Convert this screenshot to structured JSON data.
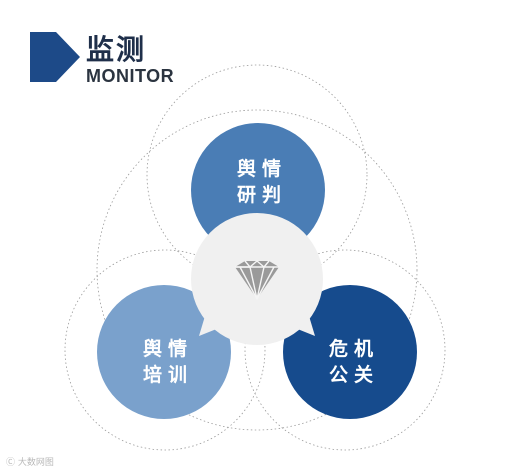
{
  "header": {
    "title": "监测",
    "subtitle": "MONITOR"
  },
  "nodes": [
    {
      "id": "top",
      "line1": "舆情",
      "line2": "研判",
      "color": "#4a7db5"
    },
    {
      "id": "left",
      "line1": "舆情",
      "line2": "培训",
      "color": "#7aa1cc"
    },
    {
      "id": "right",
      "line1": "危机",
      "line2": "公关",
      "color": "#164b8d"
    }
  ],
  "center": {
    "icon": "diamond-icon",
    "color": "#f0f0f0",
    "icon_color": "#9a9a9a"
  },
  "watermark": "Ⓒ 大数网图"
}
